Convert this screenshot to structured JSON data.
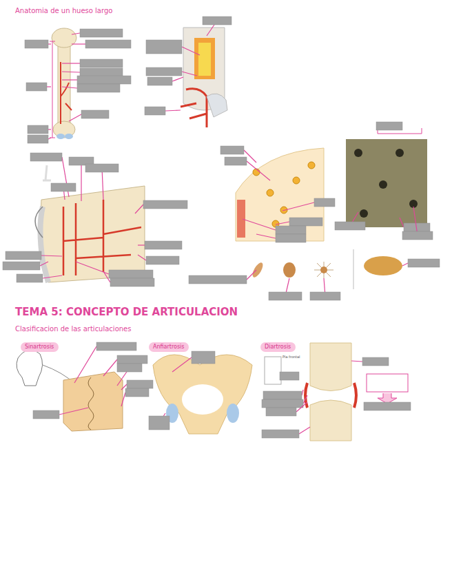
{
  "diagram": {
    "title": "Anatomia de un hueso largo",
    "nodes": [
      {
        "text": [
          "Sinartrosis"
        ]
      },
      {
        "text": [
          "Anfiartrosis"
        ]
      },
      {
        "text": [
          "Diartrosis"
        ]
      }
    ],
    "labels": [
      "TEMA 5: CONCEPTO DE ARTICULACION",
      "Clasificacion de las articulaciones",
      "Pla frontal"
    ]
  }
}
